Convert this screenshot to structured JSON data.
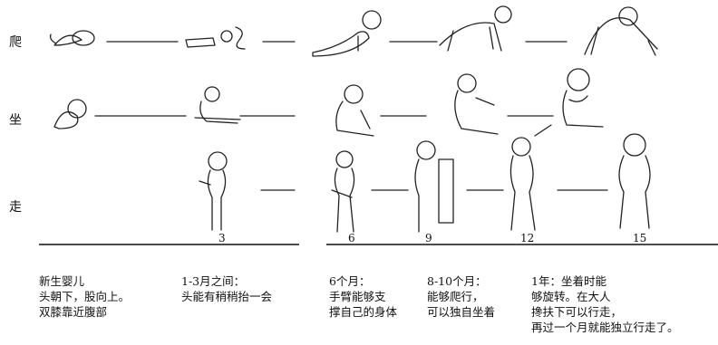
{
  "rows": {
    "crawl": "爬",
    "sit": "坐",
    "walk": "走"
  },
  "ages": [
    "3",
    "6",
    "9",
    "12",
    "15"
  ],
  "descriptions": [
    {
      "lines": [
        "新生婴儿",
        "头朝下，股向上。",
        "双膝靠近腹部"
      ]
    },
    {
      "lines": [
        "1-3月之间：",
        "头能有稍稍抬一会"
      ]
    },
    {
      "lines": [
        "6个月：",
        "手臂能够支",
        "撑自己的身体"
      ]
    },
    {
      "lines": [
        "8-10个月：",
        "能够爬行，",
        "可以独自坐着"
      ]
    },
    {
      "lines": [
        "1年：坐着时能",
        "够旋转。在大人",
        "搀扶下可以行走，",
        "再过一个月就能独立行走了。"
      ]
    }
  ]
}
